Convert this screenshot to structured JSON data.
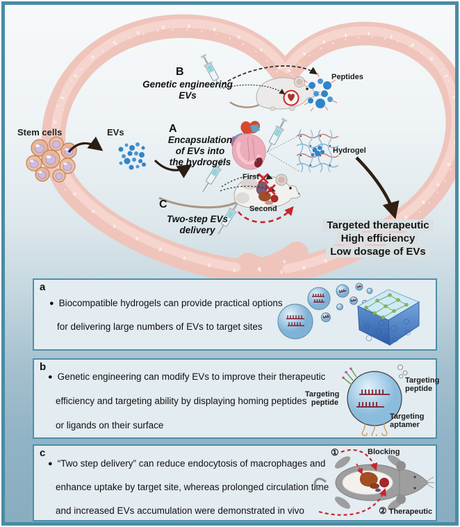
{
  "colors": {
    "frame_border": "#4a8ba4",
    "heart_brush": "#efc4bb",
    "ev_blue": "#2f85c8",
    "accent_red": "#c9252c",
    "panel_bg": "#e3ecf1",
    "panel_border": "#4d8fa9",
    "highlight_gray": "#dbe0e2"
  },
  "diagram": {
    "stem_cells_label": "Stem cells",
    "evs_label": "EVs",
    "section_b": {
      "letter": "B",
      "line1": "Genetic engineering",
      "line2": "EVs"
    },
    "section_a": {
      "letter": "A",
      "line1": "Encapsulation",
      "line2": "of EVs into",
      "line3": "the hydrogels"
    },
    "section_c": {
      "letter": "C",
      "line1": "Two-step EVs",
      "line2": "delivery"
    },
    "peptides_label": "Peptides",
    "hydrogel_label": "Hydrogel",
    "first_label": "First",
    "second_label": "Second",
    "outcome_line1": "Targeted therapeutic",
    "outcome_line2": "High efficiency",
    "outcome_line3": "Low dosage of EVs"
  },
  "panels": {
    "a": {
      "letter": "a",
      "bullet": "●",
      "line1": "Biocompatible hydrogels can provide practical options",
      "line2": "for delivering large numbers of EVs to target sites"
    },
    "b": {
      "letter": "b",
      "bullet": "●",
      "line1": "Genetic engineering can modify EVs to improve their therapeutic",
      "line2": "efficiency and targeting ability by displaying homing peptides",
      "line3": "or ligands on their surface",
      "label_left_1": "Targeting",
      "label_left_2": "peptide",
      "label_right_1": "Targeting",
      "label_right_2": "peptide",
      "label_aptamer_1": "Targeting",
      "label_aptamer_2": "aptamer"
    },
    "c": {
      "letter": "c",
      "bullet": "●",
      "line1": "“Two step delivery” can reduce endocytosis of macrophages and",
      "line2": "enhance uptake by target site, whereas prolonged circulation time",
      "line3": "and increased EVs accumulation were demonstrated in vivo",
      "num1": "①",
      "label_blocking": "Blocking",
      "num2": "②",
      "label_therapeutic": "Therapeutic"
    }
  }
}
